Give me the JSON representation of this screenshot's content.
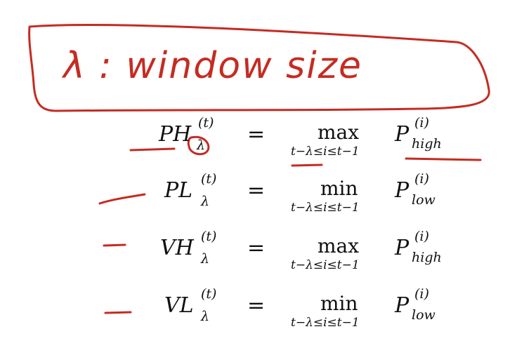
{
  "annotation": {
    "title": "λ : window size",
    "ink_color": "#c52b22"
  },
  "equations": [
    {
      "lhs": "PH",
      "lhs_sup": "(t)",
      "lhs_sub": "λ",
      "eq": "=",
      "op": "max",
      "range": "t−λ≤i≤t−1",
      "rhs": "P",
      "rhs_sup": "(i)",
      "rhs_sub": "high"
    },
    {
      "lhs": "PL",
      "lhs_sup": "(t)",
      "lhs_sub": "λ",
      "eq": "=",
      "op": "min",
      "range": "t−λ≤i≤t−1",
      "rhs": "P",
      "rhs_sup": "(i)",
      "rhs_sub": "low"
    },
    {
      "lhs": "VH",
      "lhs_sup": "(t)",
      "lhs_sub": "λ",
      "eq": "=",
      "op": "max",
      "range": "t−λ≤i≤t−1",
      "rhs": "P",
      "rhs_sup": "(i)",
      "rhs_sub": "high"
    },
    {
      "lhs": "VL",
      "lhs_sup": "(t)",
      "lhs_sub": "λ",
      "eq": "=",
      "op": "min",
      "range": "t−λ≤i≤t−1",
      "rhs": "P",
      "rhs_sup": "(i)",
      "rhs_sub": "low"
    }
  ]
}
